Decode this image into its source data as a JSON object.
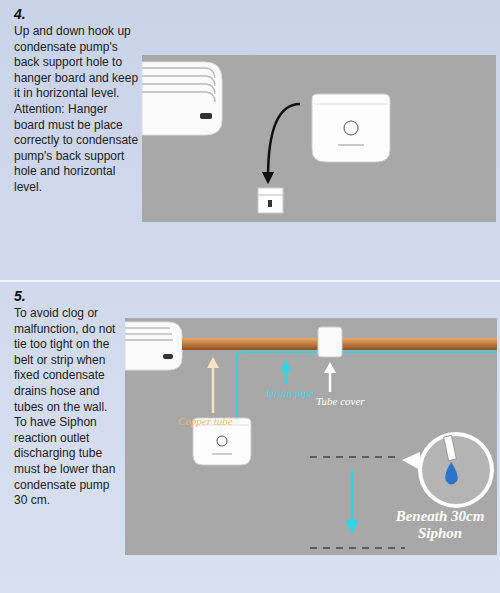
{
  "diagram": {
    "nodes": [
      {
        "text": [
          "4.",
          "Up and down hook up condensate pump's back support hole to hanger board and keep it in horizontal level. Attention: Hanger board must be place correctly to condensate pump's back support hole and horizontal level."
        ]
      },
      {
        "text": [
          "5.",
          "To avoid clog or malfunction, do not tie too tight on the belt or strip when fixed condensate drains hose and tubes on the wall. To have Siphon reaction outlet discharging tube must be lower than condensate pump 30 cm."
        ]
      }
    ],
    "labels": [
      "Copper tube",
      "Drain pipe",
      "Tube cover",
      "Beneath 30cm Siphon"
    ]
  }
}
